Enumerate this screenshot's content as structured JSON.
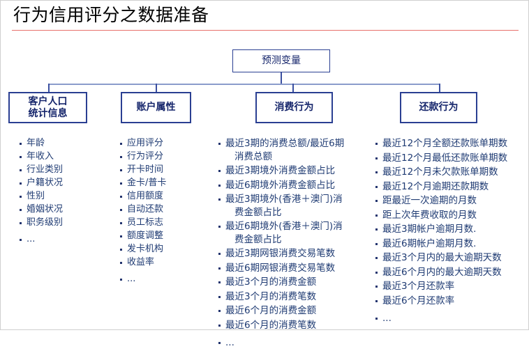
{
  "slide": {
    "title": "行为信用评分之数据准备",
    "accent_rule_color": "#e8706a",
    "node_border_color": "#2a3f92",
    "text_color": "#1f3b73"
  },
  "diagram": {
    "type": "tree",
    "root": {
      "label": "预测变量"
    },
    "categories": [
      {
        "label": "客户人口\n统计信息",
        "items": [
          "年龄",
          "年收入",
          "行业类别",
          "户籍状况",
          "性别",
          "婚姻状况",
          "职务级别",
          "..."
        ]
      },
      {
        "label": "账户属性",
        "items": [
          "应用评分",
          "行为评分",
          "开卡时间",
          "金卡/普卡",
          "信用额度",
          "自动还款",
          "员工标志",
          "额度调整",
          "发卡机构",
          "收益率",
          "..."
        ]
      },
      {
        "label": "消费行为",
        "items": [
          "最近3期的消费总额/最近6期",
          "消费总额",
          "最近3期境外消费金额占比",
          "最近6期境外消费金额占比",
          "最近3期境外(香港＋澳门)消",
          "费金额占比",
          "最近6期境外(香港＋澳门)消",
          "费金额占比",
          "最近3期网银消费交易笔数",
          "最近6期网银消费交易笔数",
          "最近3个月的消费金额",
          "最近3个月的消费笔数",
          "最近6个月的消费金额",
          "最近6个月的消费笔数",
          "..."
        ]
      },
      {
        "label": "还款行为",
        "items": [
          "最近12个月全额还款账单期数",
          "最近12个月最低还款账单期数",
          "最近12个月未欠款账单期数",
          "最近12个月逾期还款期数",
          "距最近一次逾期的月数",
          "距上次年费收取的月数",
          "最近3期帐户逾期月数.",
          "最近6期帐户逾期月数.",
          "最近3个月内的最大逾期天数",
          "最近6个月内的最大逾期天数",
          "最近3个月还款率",
          "最近6个月还款率",
          "..."
        ]
      }
    ]
  }
}
